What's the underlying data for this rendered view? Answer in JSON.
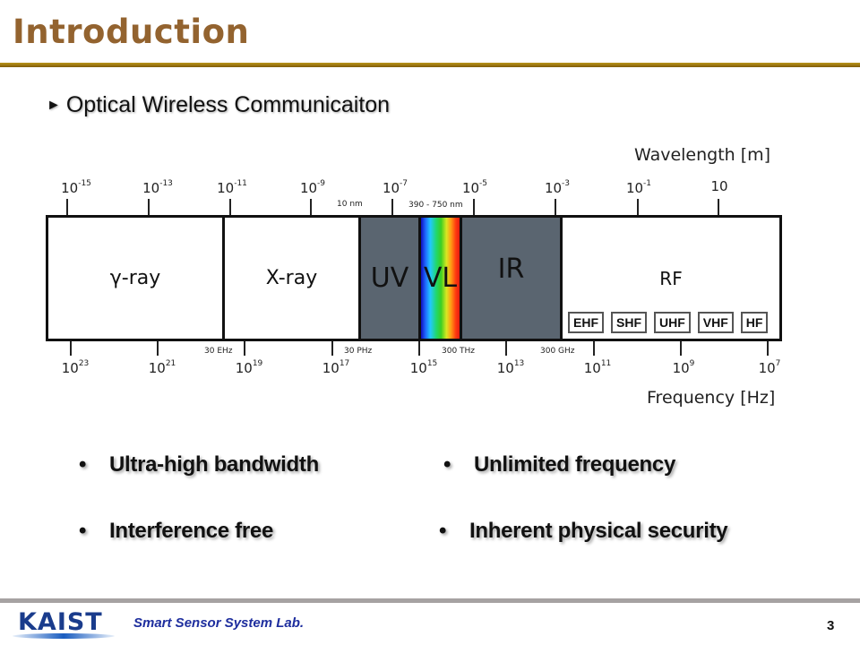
{
  "slide": {
    "title": "Introduction",
    "subtitle_marker": "►",
    "subtitle": "Optical Wireless Communicaiton",
    "page_number": "3",
    "accent_colors": {
      "title": "#93632f",
      "title_rule": "#a07a12",
      "lab_text": "#1e2e9e",
      "kaist_logo": "#1a3c8c"
    }
  },
  "diagram": {
    "wavelength_axis_label": "Wavelength [m]",
    "frequency_axis_label": "Frequency [Hz]",
    "wavelength_ticks": [
      {
        "base": "10",
        "exp": "-15"
      },
      {
        "base": "10",
        "exp": "-13"
      },
      {
        "base": "10",
        "exp": "-11"
      },
      {
        "base": "10",
        "exp": "-9"
      },
      {
        "base": "10",
        "exp": "-7"
      },
      {
        "base": "10",
        "exp": "-5"
      },
      {
        "base": "10",
        "exp": "-3"
      },
      {
        "base": "10",
        "exp": "-1"
      },
      {
        "base": "10",
        "exp": ""
      }
    ],
    "frequency_ticks": [
      {
        "base": "10",
        "exp": "23"
      },
      {
        "base": "10",
        "exp": "21"
      },
      {
        "base": "10",
        "exp": "19"
      },
      {
        "base": "10",
        "exp": "17"
      },
      {
        "base": "10",
        "exp": "15"
      },
      {
        "base": "10",
        "exp": "13"
      },
      {
        "base": "10",
        "exp": "11"
      },
      {
        "base": "10",
        "exp": "9"
      },
      {
        "base": "10",
        "exp": "7"
      }
    ],
    "boundary_labels_top": {
      "uv_start": "10 nm",
      "visible_range": "390 - 750 nm"
    },
    "boundary_labels_bottom": {
      "xray_start": "30 EHz",
      "uv_start": "30 PHz",
      "ir_start": "300 THz",
      "rf_start": "300 GHz"
    },
    "bands": {
      "gamma": "γ-ray",
      "xray": "X-ray",
      "uv": "UV",
      "vl": "VL",
      "ir": "IR",
      "rf": "RF"
    },
    "rf_sub_bands": [
      "EHF",
      "SHF",
      "UHF",
      "VHF",
      "HF"
    ],
    "band_colors": {
      "uv": "#5a6570",
      "ir": "#5a6570",
      "gamma": "#ffffff",
      "xray": "#ffffff",
      "rf": "#ffffff"
    }
  },
  "features": {
    "bullet": "•",
    "left": [
      "Ultra-high bandwidth",
      "Interference free"
    ],
    "right": [
      "Unlimited frequency",
      "Inherent physical security"
    ]
  },
  "footer": {
    "logo_text": "KAIST",
    "lab_name": "Smart Sensor System Lab."
  }
}
